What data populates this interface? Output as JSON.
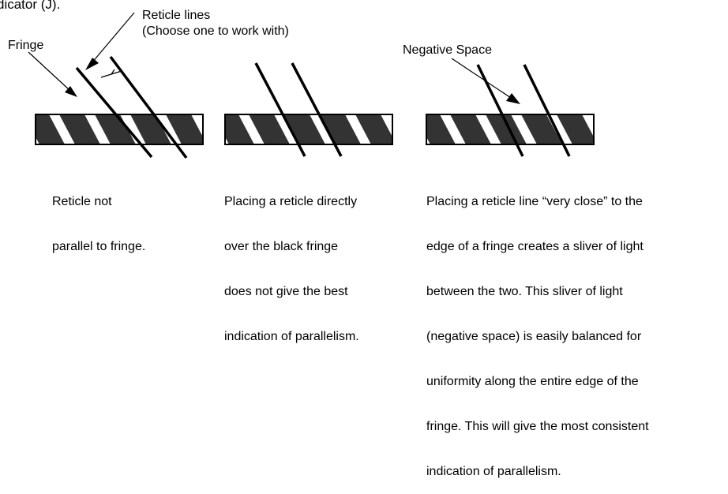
{
  "top_cut_text": "dicator (J).",
  "labels": {
    "fringe": "Fringe",
    "reticle_lines": "Reticle lines",
    "reticle_lines_sub": "(Choose one to work with)",
    "negative_space": "Negative Space"
  },
  "captions": {
    "panel1": [
      "Reticle not",
      "parallel to fringe."
    ],
    "panel2": [
      "Placing a reticle directly",
      "over the black fringe",
      "does not give the best",
      "indication of parallelism."
    ],
    "panel3": [
      "Placing a reticle line “very close” to the",
      "edge of a fringe creates a sliver of light",
      "between the two. This sliver of light",
      "(negative space) is easily balanced for",
      "uniformity along the entire edge of the",
      "fringe. This will give the most consistent",
      "indication of parallelism."
    ]
  },
  "colors": {
    "fringe": "#333333",
    "line": "#000000",
    "background": "#ffffff"
  }
}
